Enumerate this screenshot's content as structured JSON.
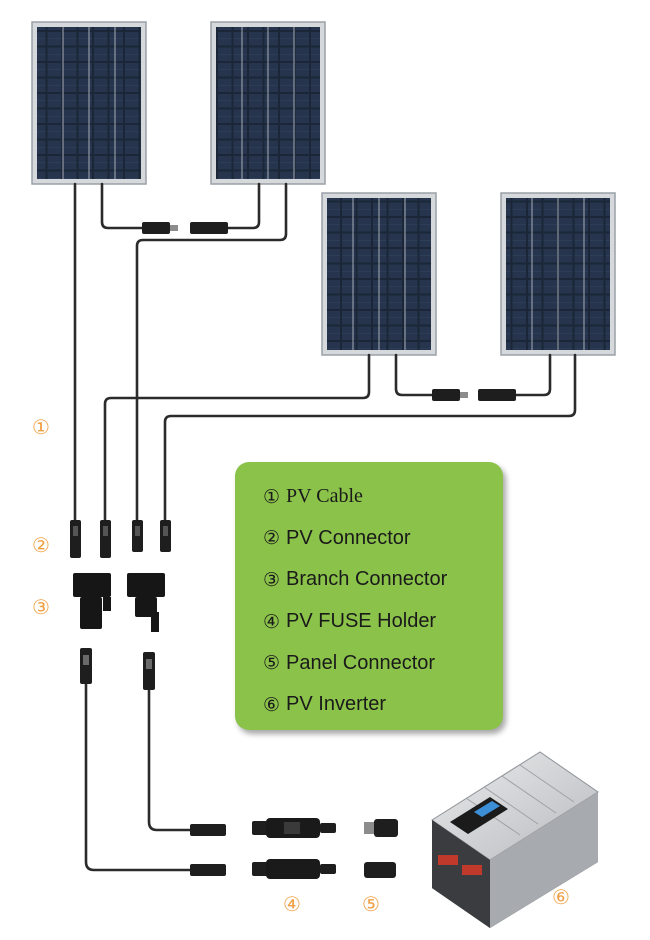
{
  "diagram": {
    "legend": {
      "items": [
        {
          "num": "①",
          "label": "PV Cable"
        },
        {
          "num": "②",
          "label": "PV Connector"
        },
        {
          "num": "③",
          "label": "Branch Connector"
        },
        {
          "num": "④",
          "label": "PV FUSE Holder"
        },
        {
          "num": "⑤",
          "label": "Panel Connector"
        },
        {
          "num": "⑥",
          "label": "PV Inverter"
        }
      ]
    },
    "callouts": {
      "pv_cable": "①",
      "pv_connector": "②",
      "branch_connector": "③",
      "fuse_holder": "④",
      "panel_connector": "⑤",
      "inverter": "⑥"
    },
    "colors": {
      "legend_bg": "#8bc34a",
      "callout": "#f0a045",
      "cable": "#2b2b2b",
      "panel_cell": "#1f2b3d",
      "panel_frame": "#c9ccd0"
    },
    "icons": [
      "solar-panel-icon",
      "mc4-connector-icon",
      "branch-connector-icon",
      "fuse-holder-icon",
      "inverter-icon"
    ]
  }
}
